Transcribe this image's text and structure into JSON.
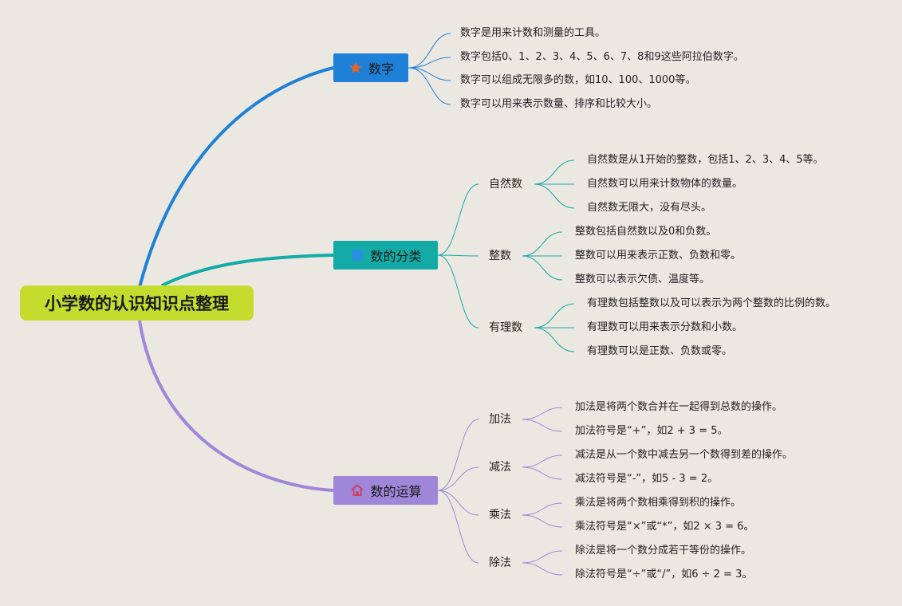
{
  "root": {
    "title": "小学数的认识知识点整理"
  },
  "branches": [
    {
      "label": "数字",
      "icon": "star-icon",
      "color": "#1f80d8",
      "leaves": [
        "数字是用来计数和测量的工具。",
        "数字包括0、1、2、3、4、5、6、7、8和9这些阿拉伯数字。",
        "数字可以组成无限多的数，如10、100、1000等。",
        "数字可以用来表示数量、排序和比较大小。"
      ]
    },
    {
      "label": "数的分类",
      "icon": "square-icon",
      "color": "#14aaa6",
      "subs": [
        {
          "label": "自然数",
          "leaves": [
            "自然数是从1开始的整数，包括1、2、3、4、5等。",
            "自然数可以用来计数物体的数量。",
            "自然数无限大，没有尽头。"
          ]
        },
        {
          "label": "整数",
          "leaves": [
            "整数包括自然数以及0和负数。",
            "整数可以用来表示正数、负数和零。",
            "整数可以表示欠债、温度等。"
          ]
        },
        {
          "label": "有理数",
          "leaves": [
            "有理数包括整数以及可以表示为两个整数的比例的数。",
            "有理数可以用来表示分数和小数。",
            "有理数可以是正数、负数或零。"
          ]
        }
      ]
    },
    {
      "label": "数的运算",
      "icon": "house-icon",
      "color": "#9f86d9",
      "subs": [
        {
          "label": "加法",
          "leaves": [
            "加法是将两个数合并在一起得到总数的操作。",
            "加法符号是“+”，如2 + 3 = 5。"
          ]
        },
        {
          "label": "减法",
          "leaves": [
            "减法是从一个数中减去另一个数得到差的操作。",
            "减法符号是“-”，如5 - 3 = 2。"
          ]
        },
        {
          "label": "乘法",
          "leaves": [
            "乘法是将两个数相乘得到积的操作。",
            "乘法符号是“×”或“*”，如2 × 3 = 6。"
          ]
        },
        {
          "label": "除法",
          "leaves": [
            "除法是将一个数分成若干等份的操作。",
            "除法符号是“÷”或“/”，如6 ÷ 2 = 3。"
          ]
        }
      ]
    }
  ]
}
